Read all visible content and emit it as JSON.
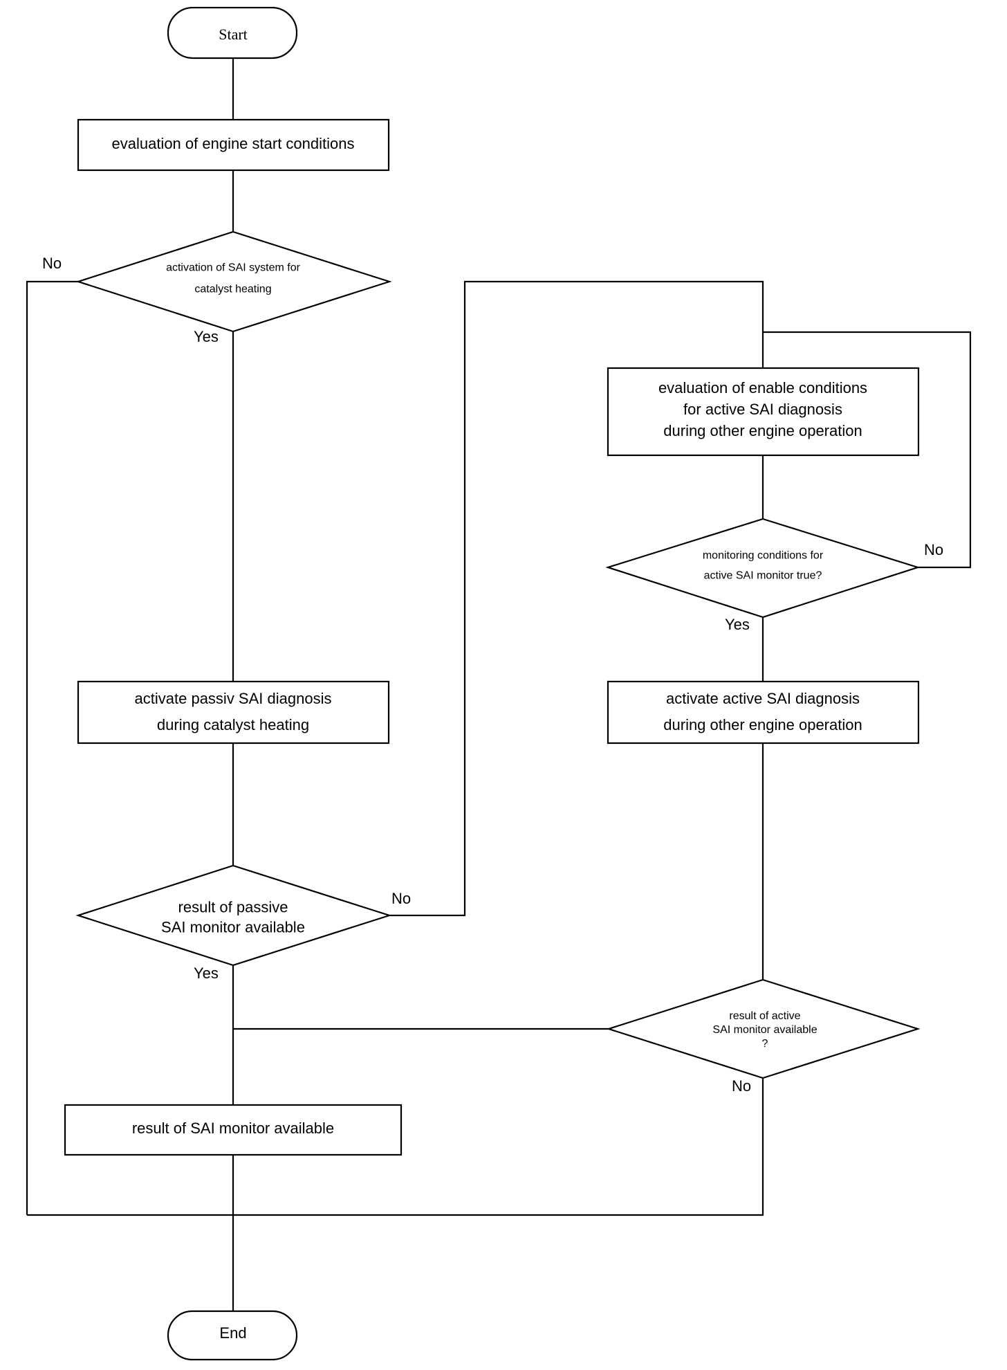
{
  "nodes": {
    "start": {
      "lines": [
        "Start"
      ]
    },
    "eval_start": {
      "lines": [
        "evaluation of engine start conditions"
      ]
    },
    "dec_catalyst": {
      "lines": [
        "activation of SAI system for",
        "catalyst heating"
      ]
    },
    "eval_enable": {
      "lines": [
        "evaluation of enable conditions",
        "for active SAI diagnosis",
        "during other engine operation"
      ]
    },
    "dec_monitor": {
      "lines": [
        "monitoring conditions for",
        "active SAI monitor true?"
      ]
    },
    "passive_diag": {
      "lines": [
        "activate passiv SAI diagnosis",
        "during catalyst heating"
      ]
    },
    "active_diag": {
      "lines": [
        "activate active SAI diagnosis",
        "during other engine operation"
      ]
    },
    "dec_passive_result": {
      "lines": [
        "result of passive",
        "SAI monitor available"
      ]
    },
    "dec_active_result": {
      "lines": [
        "result of active",
        "SAI monitor available",
        "?"
      ]
    },
    "result_box": {
      "lines": [
        "result of SAI monitor available"
      ]
    },
    "end": {
      "lines": [
        "End"
      ]
    }
  },
  "edge_labels": {
    "catalyst_no": "No",
    "catalyst_yes": "Yes",
    "monitor_no": "No",
    "monitor_yes": "Yes",
    "passive_no": "No",
    "passive_yes": "Yes",
    "active_no": "No"
  }
}
